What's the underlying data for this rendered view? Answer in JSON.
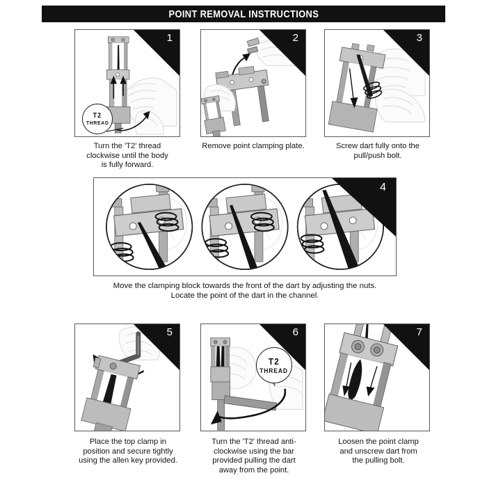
{
  "header": {
    "title": "POINT REMOVAL INSTRUCTIONS"
  },
  "callout": {
    "line1": "T2",
    "line2": "THREAD"
  },
  "panels": [
    {
      "number": "1",
      "caption": "Turn the 'T2' thread\nclockwise until the body\nis fully forward.",
      "caption_lines": [
        "Turn the 'T2' thread",
        "clockwise until the body",
        "is fully forward."
      ]
    },
    {
      "number": "2",
      "caption": "Remove point clamping plate.",
      "caption_lines": [
        "Remove point clamping plate."
      ]
    },
    {
      "number": "3",
      "caption": "Screw dart fully onto the\npull/push bolt.",
      "caption_lines": [
        "Screw dart fully onto the",
        "pull/push bolt."
      ]
    },
    {
      "number": "4",
      "caption": "Move the clamping block towards the front of the dart by adjusting the nuts.\nLocate the point of the dart in the channel.",
      "caption_lines": [
        "Move the clamping block towards the front of the dart by adjusting the nuts.",
        "Locate the point of the dart in the channel."
      ]
    },
    {
      "number": "5",
      "caption": "Place the top clamp in\nposition and secure tightly\nusing the allen key provided.",
      "caption_lines": [
        "Place the top clamp in",
        "position and secure tightly",
        "using the allen key provided."
      ]
    },
    {
      "number": "6",
      "caption": "Turn the 'T2' thread anti-\nclockwise using the bar\nprovided pulling the dart\naway from the point.",
      "caption_lines": [
        "Turn the 'T2' thread anti-",
        "clockwise using the bar",
        "provided pulling the dart",
        "away from the point."
      ]
    },
    {
      "number": "7",
      "caption": "Loosen the point clamp\nand unscrew dart from\nthe pulling bolt.",
      "caption_lines": [
        "Loosen the point clamp",
        "and unscrew dart from",
        "the pulling bolt."
      ]
    }
  ],
  "colors": {
    "banner": "#111111",
    "banner_text": "#ffffff",
    "panel_border": "#58585a",
    "metal_light": "#d4d4d4",
    "metal_mid": "#b4b4b4",
    "metal_dark": "#8e8e8e",
    "dart_black": "#141414",
    "hand_outline": "#d9d9d9",
    "page_background": "#ffffff"
  }
}
